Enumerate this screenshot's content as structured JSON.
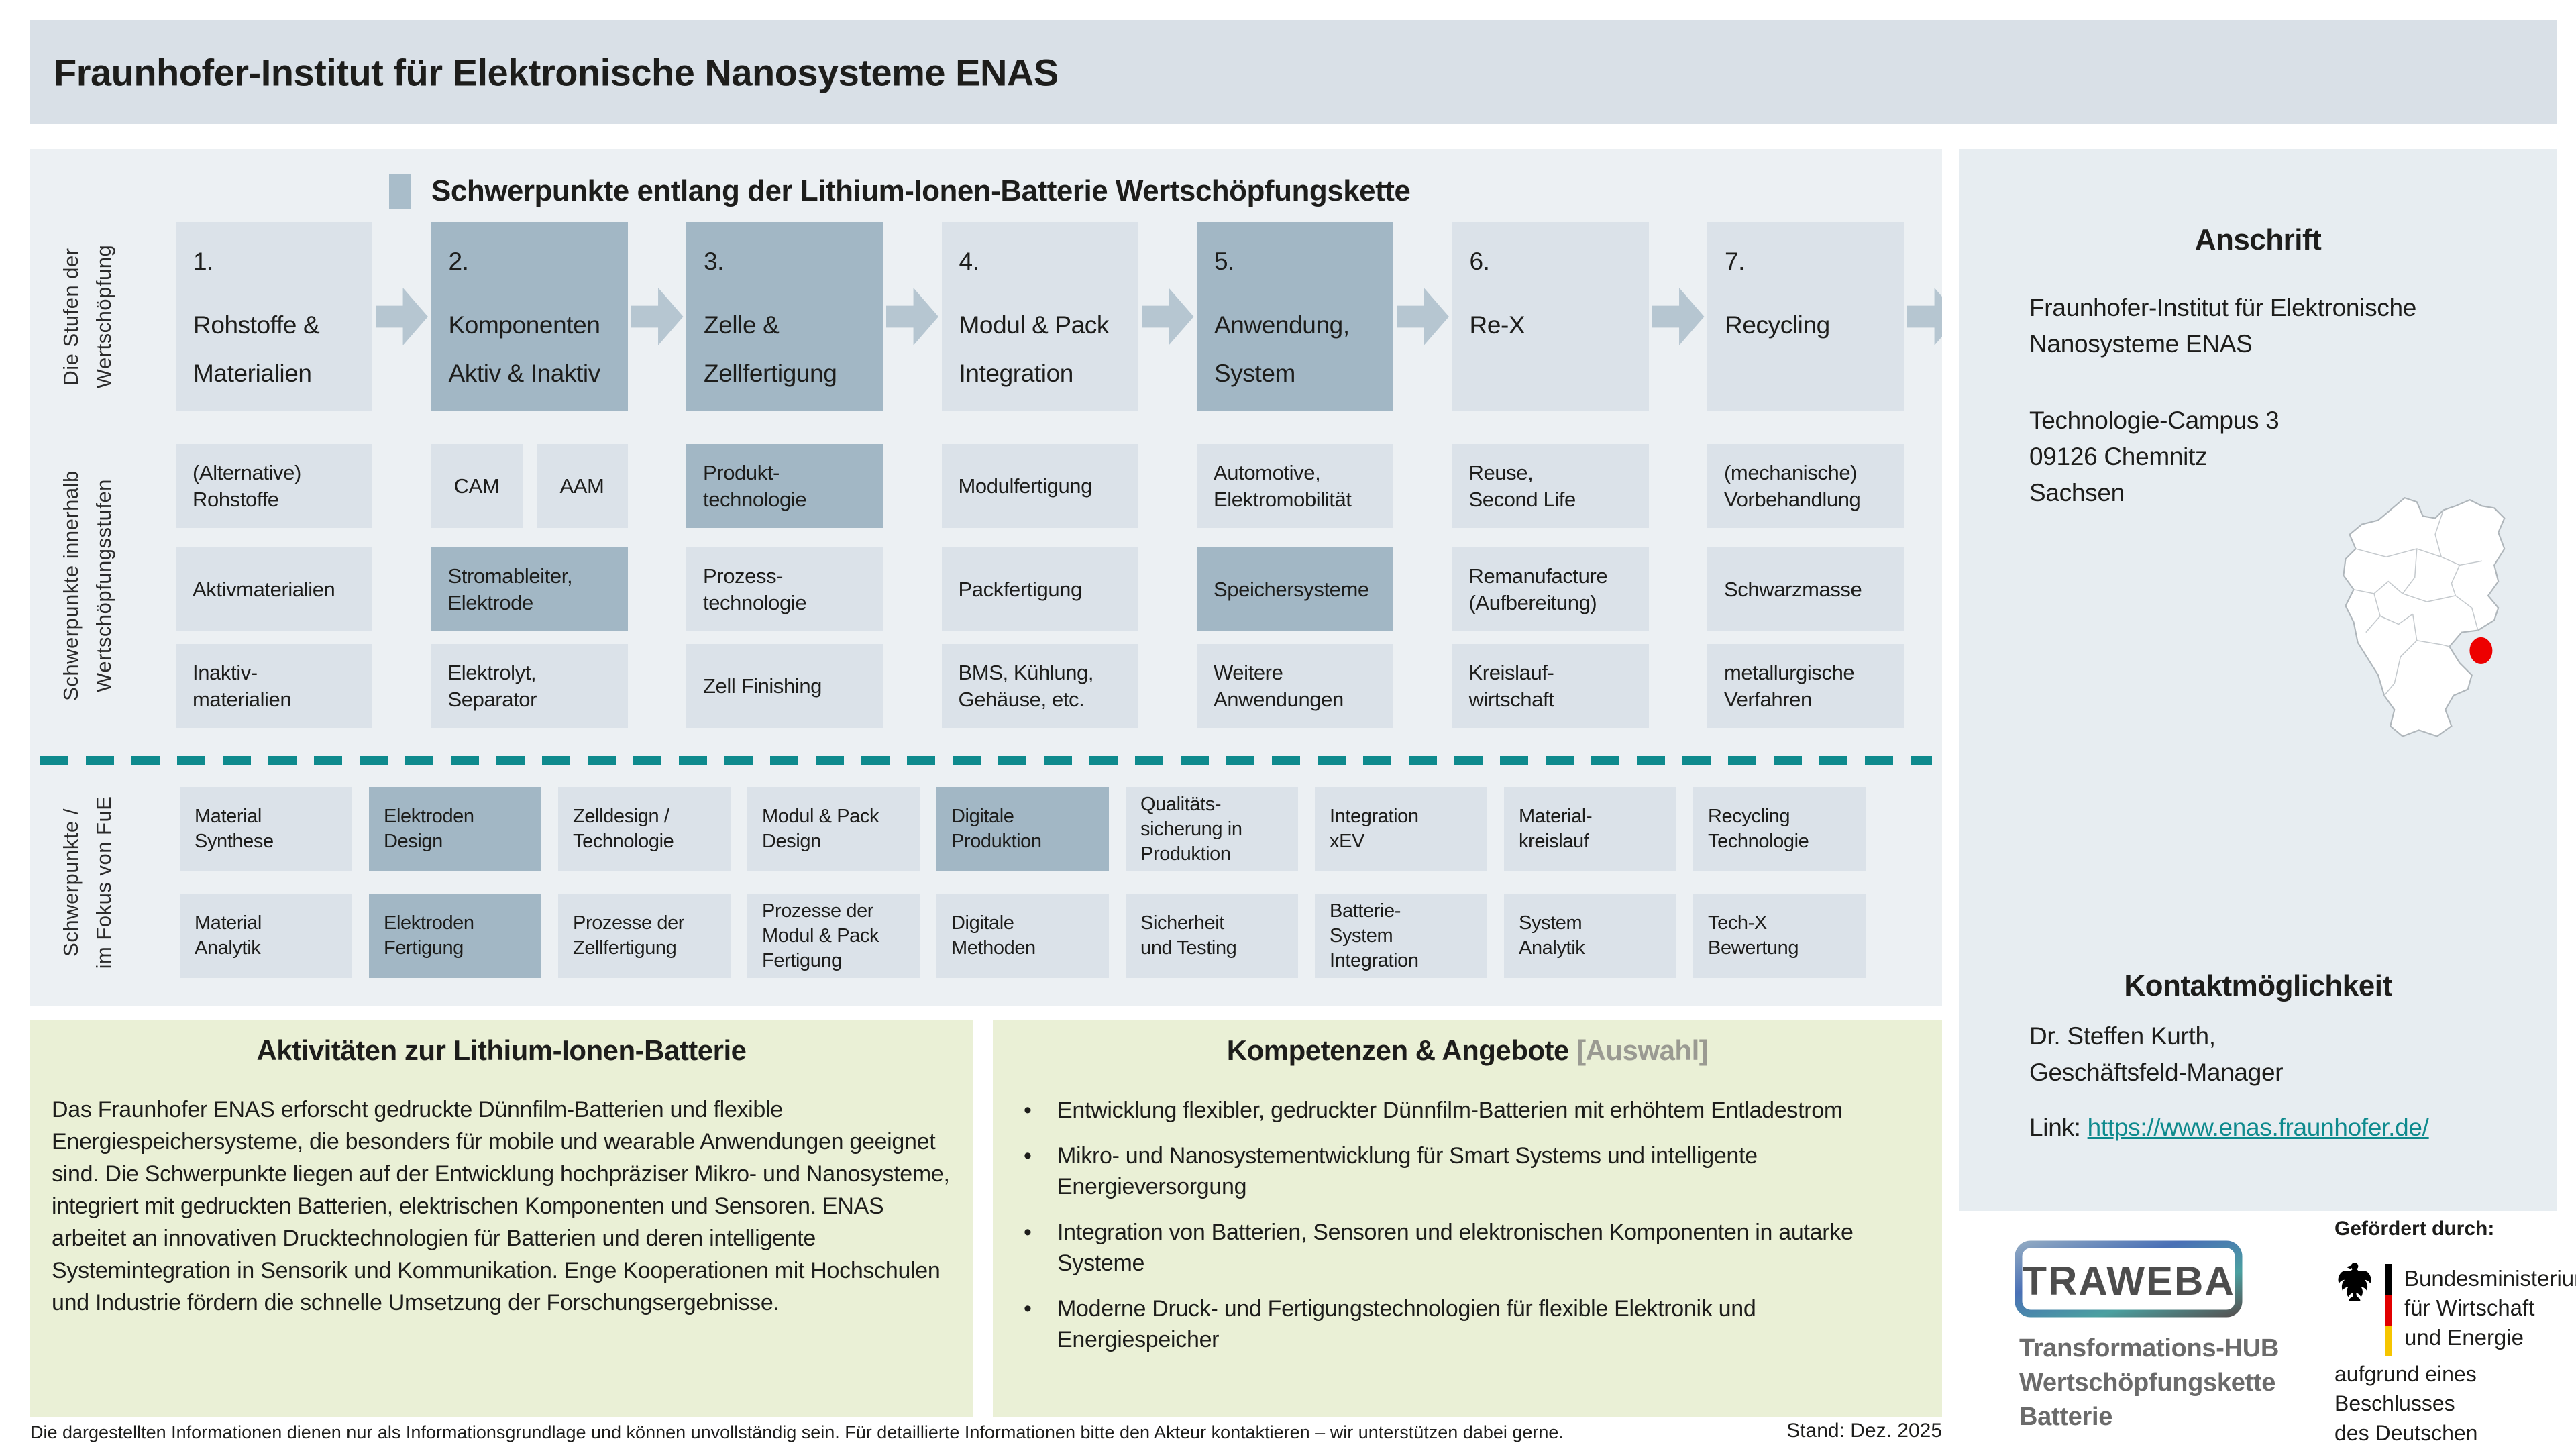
{
  "header": {
    "title": "Fraunhofer-Institut für Elektronische Nanosysteme ENAS"
  },
  "value_chain": {
    "title": "Schwerpunkte entlang der Lithium-Ionen-Batterie Wertschöpfungskette",
    "row_labels": [
      {
        "lines": [
          "Die Stufen der",
          "Wertschöpfung"
        ]
      },
      {
        "lines": [
          "Schwerpunkte innerhalb",
          "Wertschöpfungsstufen"
        ]
      },
      {
        "lines": [
          "Schwerpunkte /",
          "im Fokus von FuE"
        ]
      }
    ],
    "stages": [
      {
        "num": "1.",
        "lines": [
          "Rohstoffe &",
          "Materialien"
        ],
        "highlight": false
      },
      {
        "num": "2.",
        "lines": [
          "Komponenten",
          "Aktiv & Inaktiv"
        ],
        "highlight": true
      },
      {
        "num": "3.",
        "lines": [
          "Zelle &",
          "Zellfertigung"
        ],
        "highlight": true
      },
      {
        "num": "4.",
        "lines": [
          "Modul & Pack",
          "Integration"
        ],
        "highlight": false
      },
      {
        "num": "5.",
        "lines": [
          "Anwendung,",
          "System"
        ],
        "highlight": true
      },
      {
        "num": "6.",
        "lines": [
          "Re-X"
        ],
        "highlight": false
      },
      {
        "num": "7.",
        "lines": [
          "Recycling"
        ],
        "highlight": false
      }
    ],
    "focus_grid": [
      [
        {
          "lines": [
            "(Alternative)",
            "Rohstoffe"
          ]
        },
        {
          "lines": [
            "Aktivmaterialien"
          ]
        },
        {
          "lines": [
            "Inaktiv-",
            "materialien"
          ]
        }
      ],
      [
        {
          "pair": [
            "CAM",
            "AAM"
          ]
        },
        {
          "lines": [
            "Stromableiter,",
            "Elektrode"
          ],
          "highlight": true
        },
        {
          "lines": [
            "Elektrolyt,",
            "Separator"
          ]
        }
      ],
      [
        {
          "lines": [
            "Produkt-",
            "technologie"
          ],
          "highlight": true
        },
        {
          "lines": [
            "Prozess-",
            "technologie"
          ]
        },
        {
          "lines": [
            "Zell Finishing"
          ]
        }
      ],
      [
        {
          "lines": [
            "Modulfertigung"
          ]
        },
        {
          "lines": [
            "Packfertigung"
          ]
        },
        {
          "lines": [
            "BMS, Kühlung,",
            "Gehäuse, etc."
          ]
        }
      ],
      [
        {
          "lines": [
            "Automotive,",
            "Elektromobilität"
          ]
        },
        {
          "lines": [
            "Speichersysteme"
          ],
          "highlight": true
        },
        {
          "lines": [
            "Weitere",
            "Anwendungen"
          ]
        }
      ],
      [
        {
          "lines": [
            "Reuse,",
            "Second Life"
          ]
        },
        {
          "lines": [
            "Remanufacture",
            "(Aufbereitung)"
          ]
        },
        {
          "lines": [
            "Kreislauf-",
            "wirtschaft"
          ]
        }
      ],
      [
        {
          "lines": [
            "(mechanische)",
            "Vorbehandlung"
          ]
        },
        {
          "lines": [
            "Schwarzmasse"
          ]
        },
        {
          "lines": [
            "metallurgische",
            "Verfahren"
          ]
        }
      ]
    ],
    "rnd_grid": [
      [
        {
          "lines": [
            "Material",
            "Synthese"
          ]
        },
        {
          "lines": [
            "Elektroden",
            "Design"
          ],
          "highlight": true
        },
        {
          "lines": [
            "Zelldesign /",
            "Technologie"
          ]
        },
        {
          "lines": [
            "Modul & Pack",
            "Design"
          ]
        },
        {
          "lines": [
            "Digitale",
            "Produktion"
          ],
          "highlight": true
        },
        {
          "lines": [
            "Qualitäts-",
            "sicherung in",
            "Produktion"
          ]
        },
        {
          "lines": [
            "Integration",
            "xEV"
          ]
        },
        {
          "lines": [
            "Material-",
            "kreislauf"
          ]
        },
        {
          "lines": [
            "Recycling",
            "Technologie"
          ]
        }
      ],
      [
        {
          "lines": [
            "Material",
            "Analytik"
          ]
        },
        {
          "lines": [
            "Elektroden",
            "Fertigung"
          ],
          "highlight": true
        },
        {
          "lines": [
            "Prozesse der",
            "Zellfertigung"
          ]
        },
        {
          "lines": [
            "Prozesse der",
            "Modul & Pack",
            "Fertigung"
          ]
        },
        {
          "lines": [
            "Digitale",
            "Methoden"
          ]
        },
        {
          "lines": [
            "Sicherheit",
            "und Testing"
          ]
        },
        {
          "lines": [
            "Batterie-",
            "System",
            "Integration"
          ]
        },
        {
          "lines": [
            "System",
            "Analytik"
          ]
        },
        {
          "lines": [
            "Tech-X",
            "Bewertung"
          ]
        }
      ]
    ]
  },
  "activities": {
    "title": "Aktivitäten zur Lithium-Ionen-Batterie",
    "body": "Das Fraunhofer ENAS erforscht gedruckte Dünnfilm-Batterien und flexible Energiespeichersysteme, die besonders für mobile und wearable Anwendungen geeignet sind. Die Schwerpunkte liegen auf der Entwicklung hochpräziser Mikro- und Nanosysteme, integriert mit gedruckten Batterien, elektrischen Komponenten und Sensoren. ENAS arbeitet an innovativen Drucktechnologien für Batterien und deren intelligente Systemintegration in Sensorik und Kommunikation. Enge Kooperationen mit Hochschulen und Industrie fördern die schnelle Umsetzung der Forschungsergebnisse."
  },
  "competences": {
    "title": "Kompetenzen & Angebote",
    "title_suffix": "[Auswahl]",
    "bullets": [
      "Entwicklung flexibler, gedruckter Dünnfilm-Batterien mit erhöhtem Entladestrom",
      "Mikro- und Nanosystementwicklung für Smart Systems und intelligente Energieversorgung",
      "Integration von Batterien, Sensoren und elektronischen Komponenten in autarke Systeme",
      "Moderne Druck- und Fertigungstechnologien für flexible Elektronik und Energiespeicher"
    ]
  },
  "sidebar": {
    "address_title": "Anschrift",
    "institute_lines": [
      "Fraunhofer-Institut für Elektronische",
      "Nanosysteme ENAS"
    ],
    "street_lines": [
      "Technologie-Campus 3",
      "09126 Chemnitz",
      "Sachsen"
    ],
    "contact_title": "Kontaktmöglichkeit",
    "contact_lines": [
      "Dr. Steffen Kurth,",
      "Geschäftsfeld-Manager"
    ],
    "link_label": "Link:",
    "link_url": "https://www.enas.fraunhofer.de/"
  },
  "logos": {
    "traweba": {
      "wordmark": "TRAWEBA",
      "subtitle_lines": [
        "Transformations-HUB",
        "Wertschöpfungskette",
        "Batterie"
      ]
    },
    "funding": {
      "caption": "Gefördert durch:",
      "ministry_lines": [
        "Bundesministerium",
        "für Wirtschaft",
        "und Energie"
      ],
      "note_lines": [
        "aufgrund eines Beschlusses",
        "des Deutschen Bundestages"
      ]
    }
  },
  "footer": {
    "disclaimer": "Die dargestellten Informationen dienen nur als Informationsgrundlage und können unvollständig sein. Für detaillierte Informationen bitte den Akteur kontaktieren – wir unterstützen dabei gerne.",
    "stand": "Stand: Dez. 2025"
  },
  "colors": {
    "teal": "#0E8A8D",
    "box_highlight": "#A2B7C5",
    "box_light": "#DBE2E9",
    "panel_bg": "#ECF0F3",
    "header_bg": "#D9E0E7",
    "sidebar_bg": "#E7EDF1",
    "accent_square": "#A9BDCA",
    "yellow_bg": "#EAF0D6",
    "arrow": "#B6C6D1",
    "red_dot": "#ED0000",
    "flag_black": "#000000",
    "flag_red": "#E10000",
    "flag_gold": "#F6C500"
  }
}
